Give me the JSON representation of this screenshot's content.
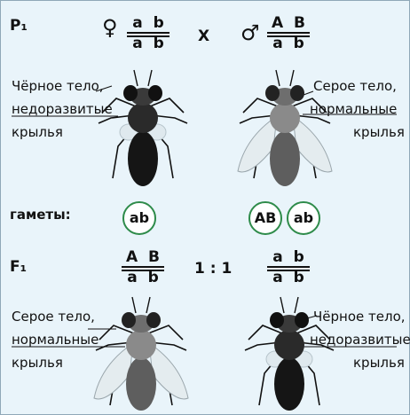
{
  "p_label": "P₁",
  "f_label": "F₁",
  "female_symbol": "♀",
  "male_symbol": "♂",
  "cross_symbol": "X",
  "ratio": "1 : 1",
  "gametes_label": "гаметы:",
  "p_female": {
    "genotype_top": "a b",
    "genotype_bottom": "a b",
    "phenotype": [
      "Чёрное тело,",
      "недоразвитые",
      "крылья"
    ]
  },
  "p_male": {
    "genotype_top": "A B",
    "genotype_bottom": "a b",
    "phenotype": [
      "Серое тело,",
      "нормальные",
      "крылья"
    ]
  },
  "gametes": {
    "female": [
      "ab"
    ],
    "male": [
      "AB",
      "ab"
    ]
  },
  "f1_left": {
    "genotype_top": "A B",
    "genotype_bottom": "a b",
    "phenotype": [
      "Серое тело,",
      "нормальные",
      "крылья"
    ]
  },
  "f1_right": {
    "genotype_top": "a b",
    "genotype_bottom": "a b",
    "phenotype": [
      "Чёрное тело,",
      "недоразвитые",
      "крылья"
    ]
  },
  "colors": {
    "background": "#e9f4fa",
    "gamete_circle": "#2e8b4a",
    "black_fly": "#1e1e1e",
    "grey_fly": "#6b6b6b"
  }
}
